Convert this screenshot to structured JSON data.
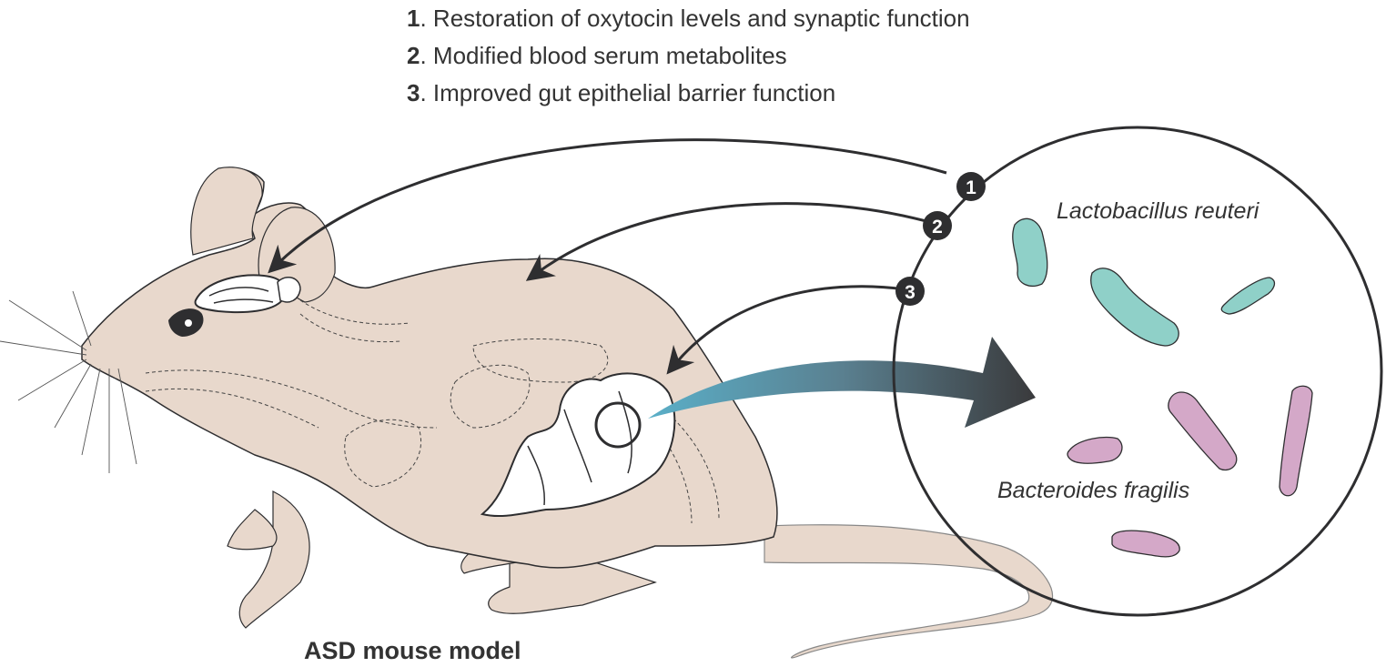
{
  "legend": {
    "items": [
      {
        "number": "1",
        "text": ". Restoration of oxytocin levels and synaptic function"
      },
      {
        "number": "2",
        "text": ". Modified blood serum metabolites"
      },
      {
        "number": "3",
        "text": ". Improved gut epithelial barrier function"
      }
    ]
  },
  "markers": [
    "1",
    "2",
    "3"
  ],
  "microbiome": {
    "species": [
      {
        "name": "Lactobacillus reuteri",
        "color": "#8fd0c8"
      },
      {
        "name": "Bacteroides fragilis",
        "color": "#d4a8c8"
      }
    ]
  },
  "caption": "ASD mouse model",
  "colors": {
    "mouse_fill": "#e8d8cc",
    "outline": "#2e2e30",
    "arrow_gradient_start": "#5aafc8",
    "arrow_gradient_end": "#3a3a3c"
  }
}
